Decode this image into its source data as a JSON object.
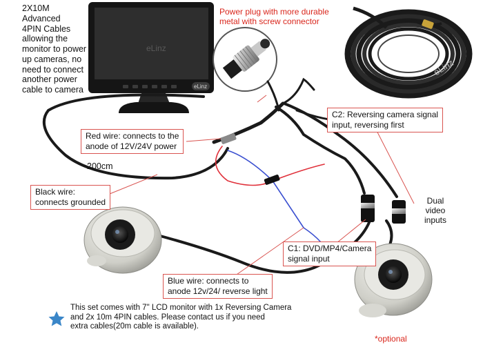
{
  "top_left_note": {
    "line1": "2X10M Advanced",
    "line2": "4PIN Cables",
    "line3": "allowing the",
    "line4": "monitor to power",
    "line5": "up cameras, no",
    "line6": "need to connect",
    "line7": "another power",
    "line8": "cable to camera"
  },
  "power_plug_note": {
    "line1": "Power plug with more durable",
    "line2": "metal with screw connector"
  },
  "callouts": {
    "c2_line1": "C2: Reversing camera signal",
    "c2_line2": "input, reversing first",
    "red_line1": "Red wire: connects to the",
    "red_line2": "anode of 12V/24V power",
    "black_line1": "Black wire:",
    "black_line2": "connects grounded",
    "c1_line1": "C1: DVD/MP4/Camera",
    "c1_line2": "signal input",
    "blue_line1": "Blue wire: connects to",
    "blue_line2": "anode 12v/24/ reverse light"
  },
  "labels": {
    "cable_length": "200cm",
    "dual_line1": "Dual",
    "dual_line2": "video",
    "dual_line3": "inputs",
    "optional": "*optional",
    "monitor_brand": "eLinz",
    "monitor_logo": "eLinz",
    "cable_watermark": "eLinz"
  },
  "footer_note": {
    "line1": "This set comes with 7\" LCD monitor with 1x Reversing Camera",
    "line2": "and 2x 10m 4PIN cables. Please contact us if you need",
    "line3": "extra cables(20m cable is available)."
  },
  "colors": {
    "accent_red": "#d9261c",
    "callout_border": "#d9534f",
    "star_blue": "#3a86c8",
    "red_wire": "#e0303a",
    "blue_wire": "#3a4fd0",
    "cable_black": "#1a1a1a"
  },
  "icons": {
    "footer_bullet": "star-icon"
  }
}
